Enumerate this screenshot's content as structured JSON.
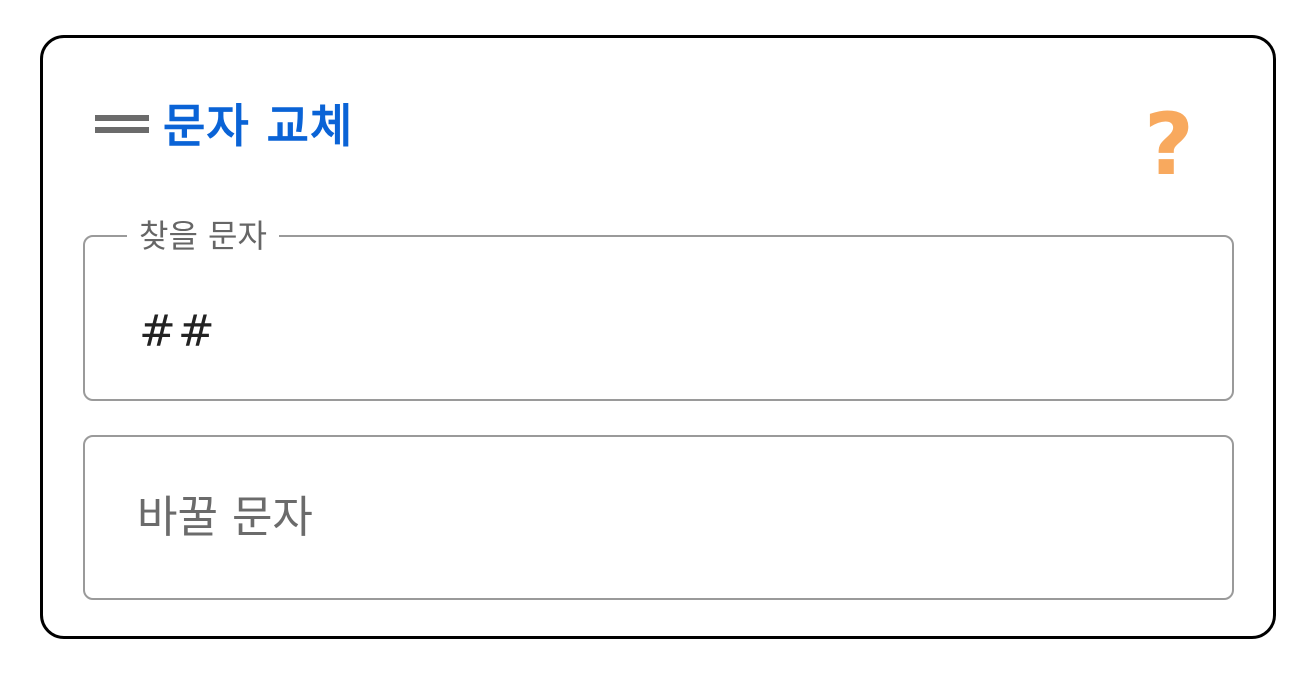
{
  "panel": {
    "title": "문자 교체",
    "help_icon": "question-mark-icon",
    "help_glyph": "?",
    "drag_icon": "drag-handle-icon",
    "colors": {
      "title": "#0a63d6",
      "help": "#f8a95e",
      "border": "#000000",
      "field_border": "#9a9a9a"
    }
  },
  "find_field": {
    "label": "찾을 문자",
    "value": "##"
  },
  "replace_field": {
    "value": "",
    "placeholder": "바꿀 문자"
  }
}
